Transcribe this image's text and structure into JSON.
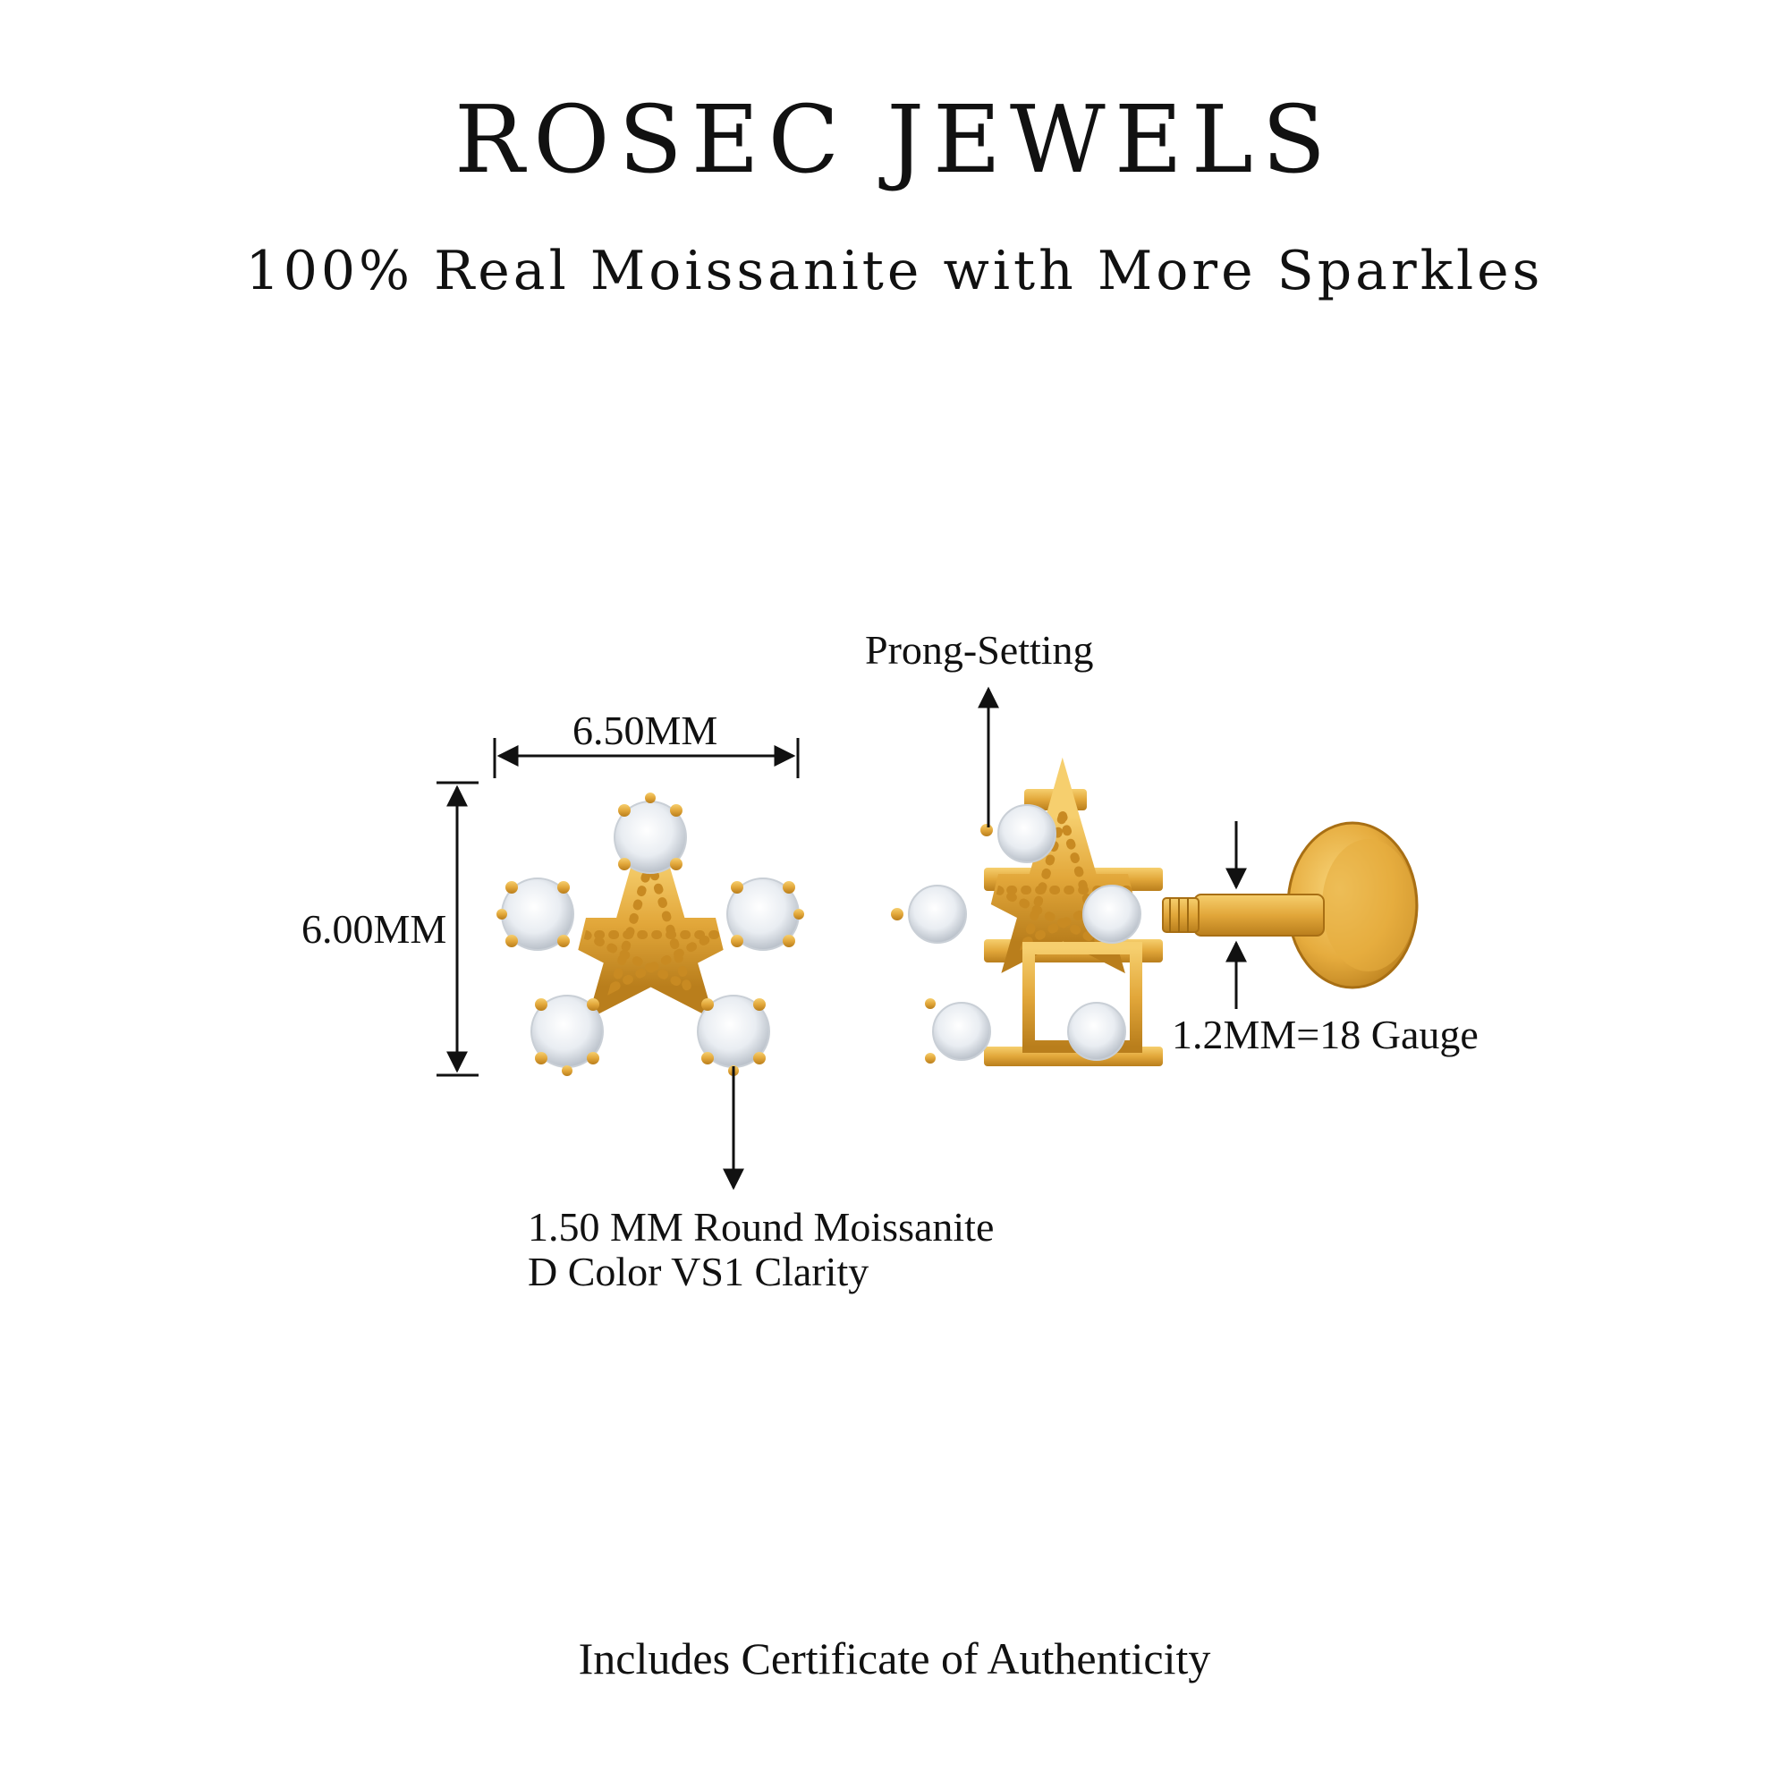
{
  "brand": {
    "name": "ROSEC JEWELS"
  },
  "tagline": "100% Real Moissanite with More Sparkles",
  "specs": {
    "width": "6.50MM",
    "height": "6.00MM",
    "setting": "Prong-Setting",
    "gauge": "1.2MM=18 Gauge",
    "stone_line1": "1.50 MM Round Moissanite",
    "stone_line2": "D Color VS1 Clarity"
  },
  "footer": "Includes Certificate of Authenticity",
  "colors": {
    "gold": "#E2A73A",
    "gold_dark": "#B97E1C",
    "gold_light": "#F6CF6E",
    "stone": "#EEF1F5"
  }
}
